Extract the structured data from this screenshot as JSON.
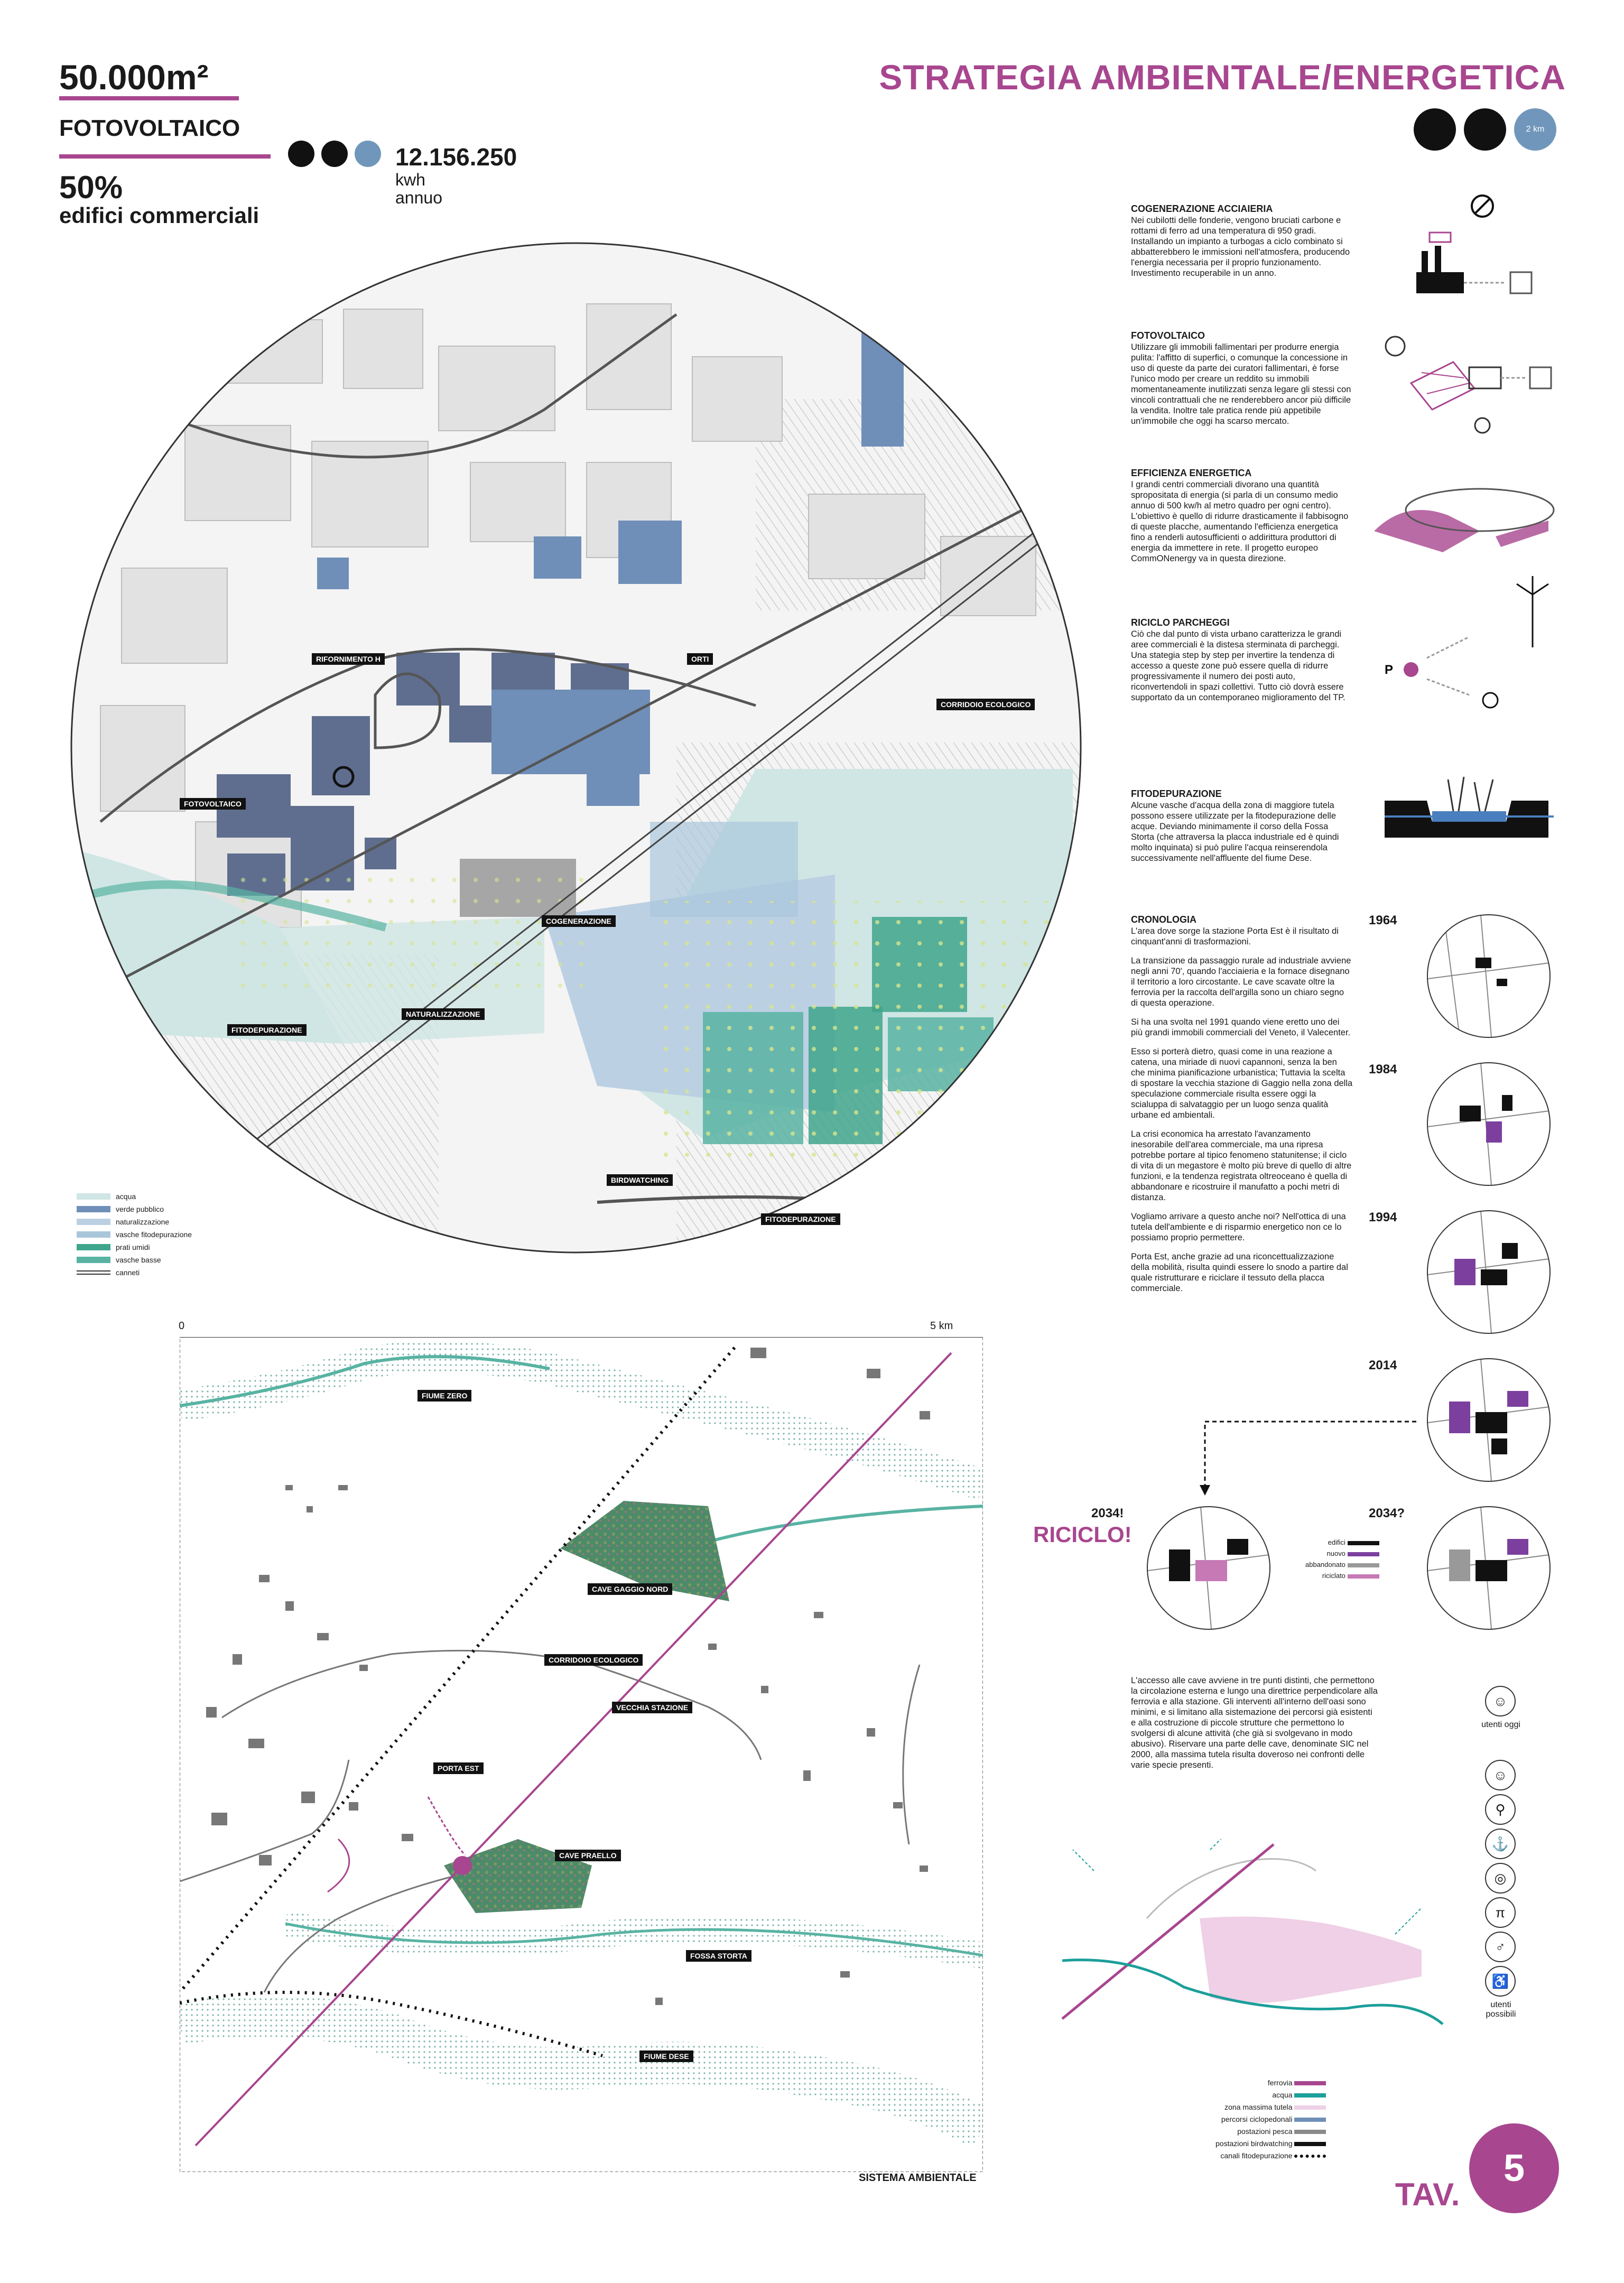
{
  "header": {
    "area": "50.000m²",
    "fotovoltaico": "FOTOVOLTAICO",
    "percent": "50%",
    "percent_label": "edifici commerciali",
    "energy_value": "12.156.250",
    "energy_unit": "kwh",
    "energy_period": "annuo",
    "title": "STRATEGIA AMBIENTALE/ENERGETICA",
    "scale_badge": "2 km"
  },
  "sections": [
    {
      "title": "COGENERAZIONE ACCIAIERIA",
      "text": "Nei cubilotti delle fonderie, vengono bruciati carbone e rottami di ferro ad una temperatura di 950 gradi. Installando un impianto a turbogas a ciclo combinato si abbatterebbero le immissioni nell'atmosfera, producendo l'energia necessaria per il proprio funzionamento. Investimento recuperabile in un anno."
    },
    {
      "title": "FOTOVOLTAICO",
      "text": "Utilizzare gli immobili fallimentari per produrre energia pulita: l'affitto di superfici, o comunque la concessione in uso di queste da parte dei curatori fallimentari, è forse l'unico modo per creare un reddito su immobili momentaneamente inutilizzati senza legare gli stessi con vincoli contrattuali che ne renderebbero ancor più difficile la vendita. Inoltre tale pratica rende più appetibile un'immobile che oggi ha scarso mercato."
    },
    {
      "title": "EFFICIENZA ENERGETICA",
      "text": "I grandi centri commerciali divorano una quantità spropositata di energia (si parla di un consumo medio annuo di 500 kw/h al metro quadro per ogni centro). L'obiettivo è quello di ridurre drasticamente il fabbisogno di queste placche, aumentando l'efficienza energetica fino a renderli autosufficienti o addirittura produttori di energia da immettere in rete. Il progetto europeo CommONenergy va in questa direzione."
    },
    {
      "title": "RICICLO PARCHEGGI",
      "text": "Ciò che dal punto di vista urbano caratterizza le grandi aree commerciali è la distesa sterminata di parcheggi. Una stategia step by step per invertire la tendenza di accesso a queste zone può essere quella di ridurre progressivamente il numero dei posti auto, riconvertendoli in spazi collettivi. Tutto ciò dovrà essere supportato da un contemporaneo miglioramento del TP."
    },
    {
      "title": "FITODEPURAZIONE",
      "text": "Alcune vasche d'acqua della zona di maggiore tutela possono essere utilizzate per la fitodepurazione delle acque. Deviando minimamente il corso della Fossa Storta (che attraversa la placca industriale ed è quindi molto inquinata) si può pulire l'acqua reinserendola successivamente nell'affluente del fiume Dese."
    }
  ],
  "cronologia": {
    "title": "CRONOLOGIA",
    "paragraphs": [
      "L'area dove sorge la stazione Porta Est è il risultato di cinquant'anni di trasformazioni.",
      "La transizione da passaggio rurale ad industriale avviene negli anni 70', quando l'acciaieria e la fornace disegnano il territorio a loro circostante. Le cave scavate oltre la ferrovia per la raccolta dell'argilla sono un chiaro segno di questa operazione.",
      "Si ha una svolta nel 1991 quando viene eretto uno dei più grandi immobili commerciali del Veneto, il Valecenter.",
      "Esso si porterà dietro, quasi come in una reazione a catena, una miriade di nuovi capannoni, senza la ben che minima pianificazione urbanistica; Tuttavia la scelta di spostare la vecchia stazione di Gaggio nella zona della speculazione commerciale risulta essere oggi la scialuppa di salvataggio per un luogo senza qualità urbane ed ambientali.",
      "La crisi economica ha arrestato l'avanzamento inesorabile dell'area commerciale, ma una ripresa potrebbe portare al tipico fenomeno statunitense; il ciclo di vita di un megastore è molto più breve di quello di altre funzioni, e la tendenza registrata oltreoceano è quella di abbandonare e ricostruire il manufatto a pochi metri di distanza.",
      "Vogliamo arrivare a questo anche noi? Nell'ottica di una tutela dell'ambiente e di risparmio energetico non ce lo possiamo proprio permettere.",
      "Porta Est, anche grazie ad una riconcettualizzazione della mobilità, risulta quindi essere lo snodo a partire dal quale ristrutturare e riciclare il tessuto della placca commerciale."
    ],
    "years": [
      "1964",
      "1984",
      "1994",
      "2014",
      "2034!",
      "2034?"
    ],
    "riciclo": "RICICLO!",
    "mini_legend": [
      "edifici",
      "nuovo",
      "abbandonato",
      "riciclato"
    ]
  },
  "map_labels": {
    "rifornimento": "RIFORNIMENTO H",
    "orti": "ORTI",
    "corridoio": "CORRIDOIO ECOLOGICO",
    "fotovoltaico": "FOTOVOLTAICO",
    "cogenerazione": "COGENERAZIONE",
    "fitodepurazione1": "FITODEPURAZIONE",
    "naturalizzazione": "NATURALIZZAZIONE",
    "birdwatching": "BIRDWATCHING",
    "fitodepurazione2": "FITODEPURAZIONE"
  },
  "map_legend": [
    "acqua",
    "verde pubblico",
    "naturalizzazione",
    "vasche fitodepurazione",
    "prati umidi",
    "vasche basse",
    "canneti"
  ],
  "lower_map": {
    "scale_start": "0",
    "scale_end": "5 km",
    "caption": "SISTEMA AMBIENTALE",
    "labels": [
      "FIUME ZERO",
      "CAVE GAGGIO NORD",
      "CORRIDOIO ECOLOGICO",
      "VECCHIA STAZIONE",
      "PORTA EST",
      "CAVE PRAELLO",
      "FOSSA STORTA",
      "FIUME DESE"
    ]
  },
  "access_text": "L'accesso alle cave avviene in tre punti distinti, che permettono la circolazione esterna e lungo una direttrice perpendicolare alla ferrovia e alla stazione. Gli interventi all'interno dell'oasi sono minimi, e si limitano alla sistemazione dei percorsi già esistenti e alla costruzione di piccole strutture che permettono lo svolgersi di alcune attività (che già si svolgevano in modo abusivo). Riservare una parte delle cave, denominate SIC nel 2000, alla massima tutela risulta doveroso nei confronti delle varie specie presenti.",
  "users": {
    "oggi": "utenti oggi",
    "possibili": "utenti possibili"
  },
  "legend_bottom": [
    "ferrovia",
    "acqua",
    "zona massima tutela",
    "percorsi ciclopedonali",
    "postazioni pesca",
    "postazioni birdwatching",
    "canali fitodepurazione"
  ],
  "footer": {
    "tav": "TAV.",
    "number": "5"
  },
  "colors": {
    "accent": "#a8468f",
    "blue": "#6f8fb8",
    "teal": "#58b3a3",
    "lightwater": "#cfe6e4"
  }
}
